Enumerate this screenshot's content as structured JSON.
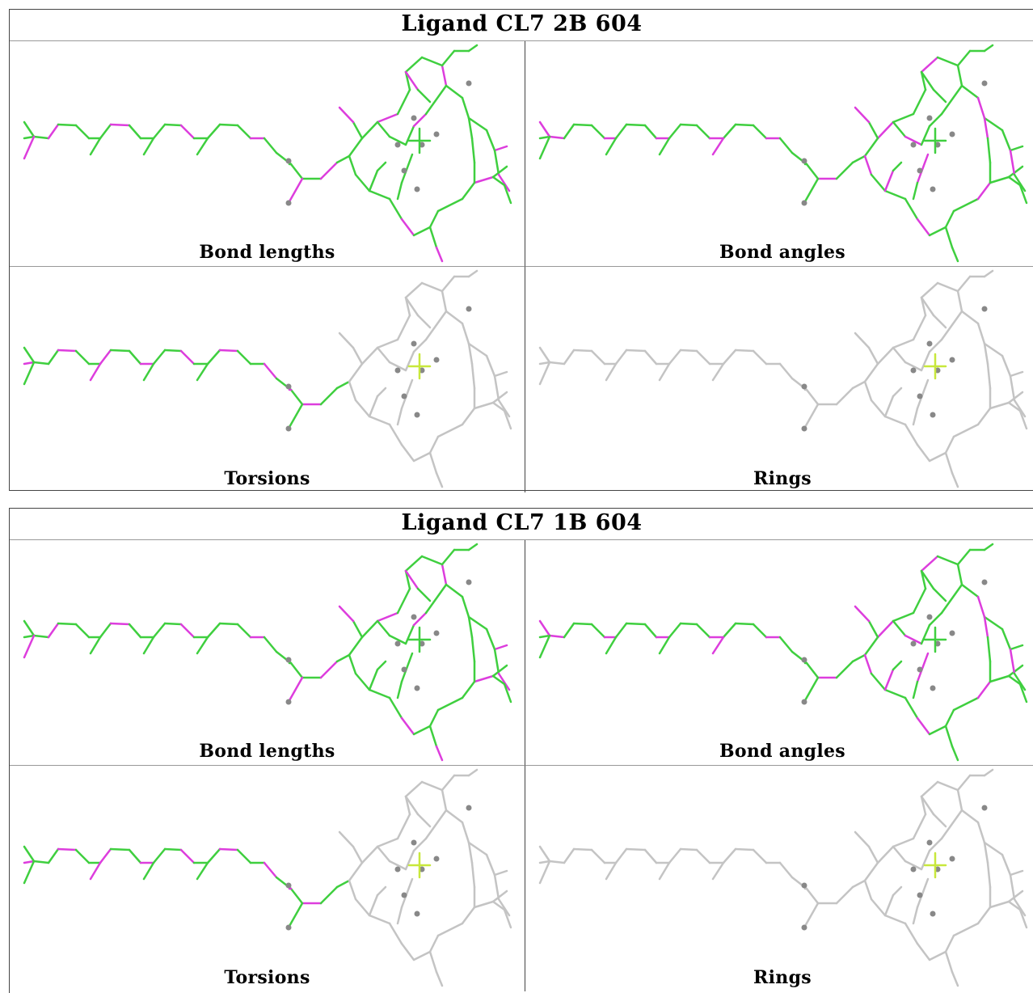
{
  "ligands": [
    {
      "title": "Ligand CL7 2B 604",
      "panels": [
        {
          "caption": "Bond lengths",
          "mode": "lengths"
        },
        {
          "caption": "Bond angles",
          "mode": "angles"
        },
        {
          "caption": "Torsions",
          "mode": "torsions1"
        },
        {
          "caption": "Rings",
          "mode": "rings"
        }
      ]
    },
    {
      "title": "Ligand CL7 1B 604",
      "panels": [
        {
          "caption": "Bond lengths",
          "mode": "lengths"
        },
        {
          "caption": "Bond angles",
          "mode": "angles2"
        },
        {
          "caption": "Torsions",
          "mode": "torsions2"
        },
        {
          "caption": "Rings",
          "mode": "rings"
        }
      ]
    }
  ],
  "colors": {
    "ok": "#3fcf3f",
    "outlier": "#dd3ddd",
    "neutral": "#c4c4c4",
    "atom": "#888888",
    "metal": "#c8e83c"
  }
}
